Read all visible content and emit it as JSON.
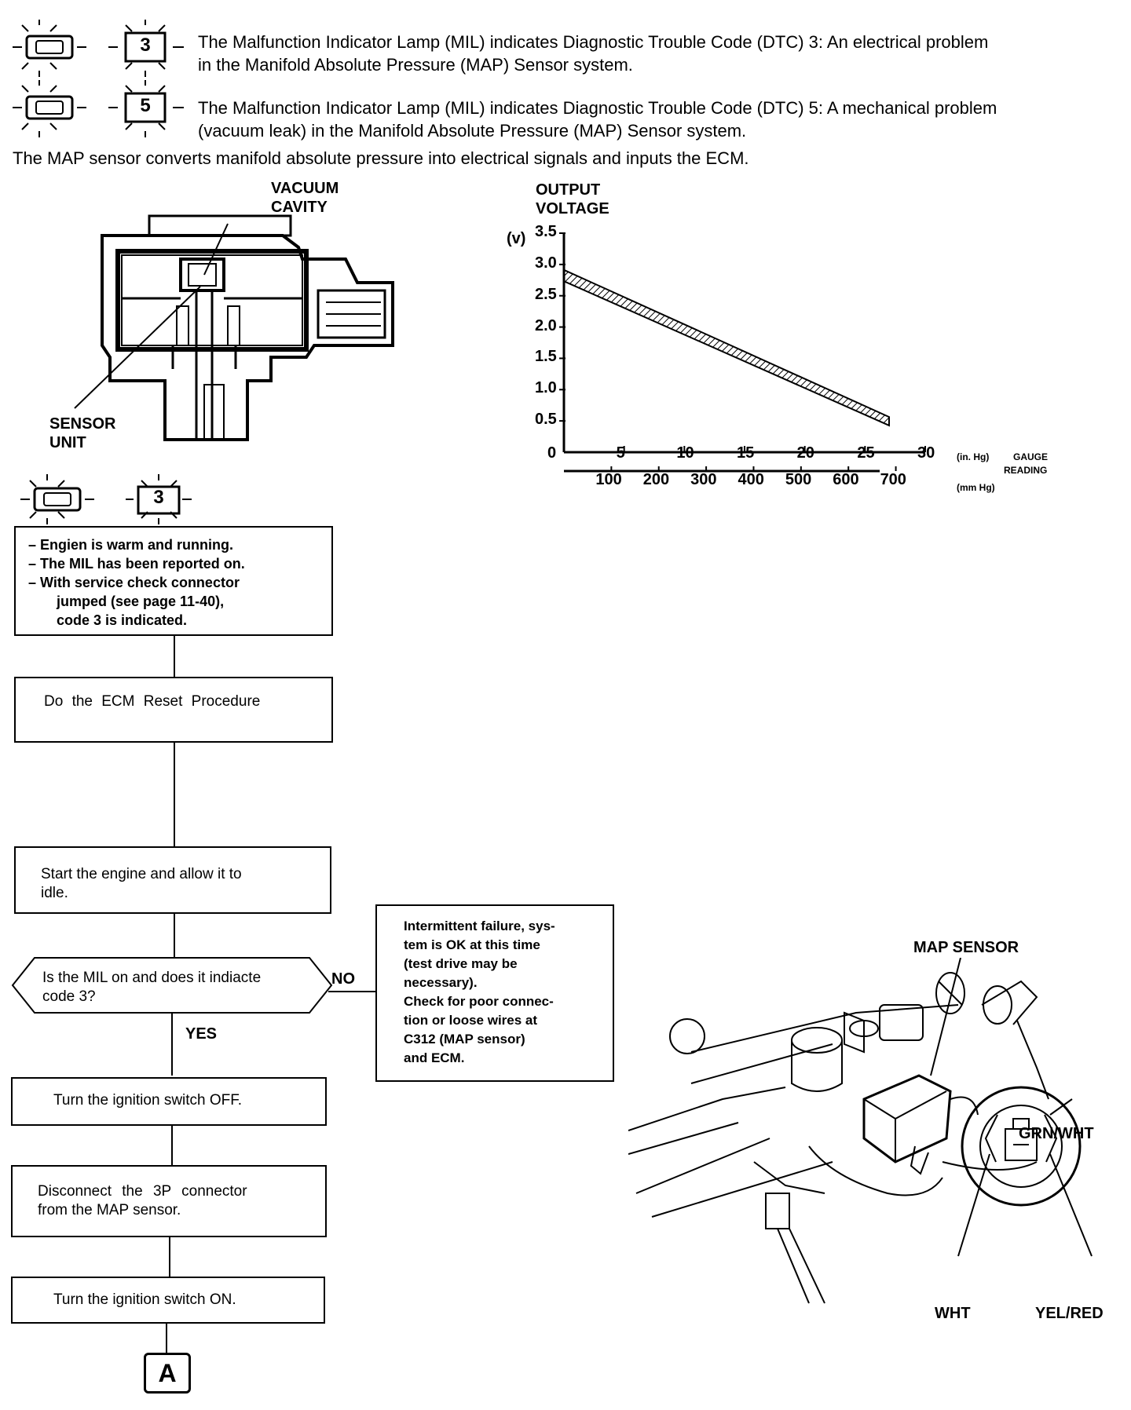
{
  "codes": [
    {
      "code": "3",
      "text_line1": "The Malfunction Indicator Lamp (MIL) indicates Diagnostic Trouble Code (DTC) 3: An electrical problem",
      "text_line2": "in the Manifold Absolute Pressure (MAP) Sensor system."
    },
    {
      "code": "5",
      "text_line1": "The Malfunction Indicator Lamp (MIL) indicates Diagnostic Trouble Code (DTC) 5: A mechanical problem",
      "text_line2": "(vacuum leak) in the Manifold Absolute Pressure (MAP) Sensor system."
    }
  ],
  "intro": "The MAP sensor converts manifold absolute pressure into electrical signals and inputs the ECM.",
  "sensor_diagram": {
    "label_vacuum_1": "VACUUM",
    "label_vacuum_2": "CAVITY",
    "label_sensor_1": "SENSOR",
    "label_sensor_2": "UNIT"
  },
  "chart_data": {
    "type": "line",
    "ylabel_1": "OUTPUT",
    "ylabel_2": "VOLTAGE",
    "y_unit": "(v)",
    "y_ticks": [
      "3.5",
      "3.0",
      "2.5",
      "2.0",
      "1.5",
      "1.0",
      "0.5"
    ],
    "x_zero": "0",
    "x_ticks_inhg": [
      "5",
      "10",
      "15",
      "20",
      "25",
      "30"
    ],
    "x_ticks_mmhg": [
      "100",
      "200",
      "300",
      "400",
      "500",
      "600",
      "700"
    ],
    "x_unit_inhg": "(in. Hg)",
    "x_label_1": "GAUGE",
    "x_label_2": "READING",
    "x_unit_mmhg": "(mm Hg)",
    "ylim": [
      0,
      3.5
    ],
    "xlim": [
      0,
      30
    ],
    "series": [
      {
        "x": [
          0,
          27
        ],
        "y": [
          2.8,
          0.45
        ]
      }
    ]
  },
  "flow_code": "3",
  "flowchart": {
    "box1_lines": [
      "– Engien is warm and running.",
      "– The MIL has been reported on.",
      "– With service check connector",
      "jumped (see page 11-40),",
      "code 3 is indicated."
    ],
    "box2": "Do the ECM Reset Procedure",
    "box3_l1": "Start the engine and allow it to",
    "box3_l2": "idle.",
    "decision_l1": "Is the MIL on and does it indiacte",
    "decision_l2": "code 3?",
    "no_label": "NO",
    "yes_label": "YES",
    "no_box_lines": [
      "Intermittent failure, sys-",
      "tem is OK at this time",
      "(test drive may be",
      "necessary).",
      "Check for poor connec-",
      "tion or loose wires at",
      "C312 (MAP sensor)",
      "and ECM."
    ],
    "box4": "Turn the ignition switch OFF.",
    "box5_l1": "Disconnect the 3P connector",
    "box5_l2": "from the MAP sensor.",
    "box6": "Turn the ignition switch ON.",
    "connector": "A"
  },
  "engine_diagram": {
    "map_sensor": "MAP SENSOR",
    "grn_wht": "GRN/WHT",
    "wht": "WHT",
    "yel_red": "YEL/RED"
  }
}
